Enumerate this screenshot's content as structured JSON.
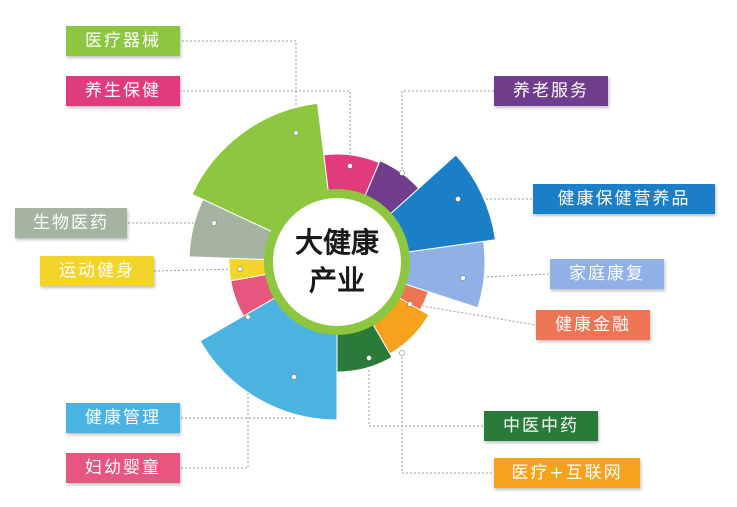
{
  "center": {
    "line1": "大健康",
    "line2": "产业"
  },
  "segments": [
    {
      "key": "yiliao-qixie",
      "label": "医疗器械",
      "color": "#8dc63f"
    },
    {
      "key": "yangsheng-baojian",
      "label": "养生保健",
      "color": "#e23b7d"
    },
    {
      "key": "yanglao-fuwu",
      "label": "养老服务",
      "color": "#6f3d8c"
    },
    {
      "key": "baojian-yingyang",
      "label": "健康保健营养品",
      "color": "#1a7fc7"
    },
    {
      "key": "jiating-kangfu",
      "label": "家庭康复",
      "color": "#8fb1e6"
    },
    {
      "key": "jiankang-jinrong",
      "label": "健康金融",
      "color": "#ee7554"
    },
    {
      "key": "hulianwang",
      "label": "医疗+互联网",
      "color": "#f6a21c"
    },
    {
      "key": "zhongyiyao",
      "label": "中医中药",
      "color": "#2a7a3a"
    },
    {
      "key": "jiankang-guanli",
      "label": "健康管理",
      "color": "#4ab3e2"
    },
    {
      "key": "fuyou-yingtong",
      "label": "妇幼婴童",
      "color": "#e6567e"
    },
    {
      "key": "yundong-jianshen",
      "label": "运动健身",
      "color": "#f2d42b"
    },
    {
      "key": "shengwu-yiyao",
      "label": "生物医药",
      "color": "#a4b4a0"
    }
  ]
}
